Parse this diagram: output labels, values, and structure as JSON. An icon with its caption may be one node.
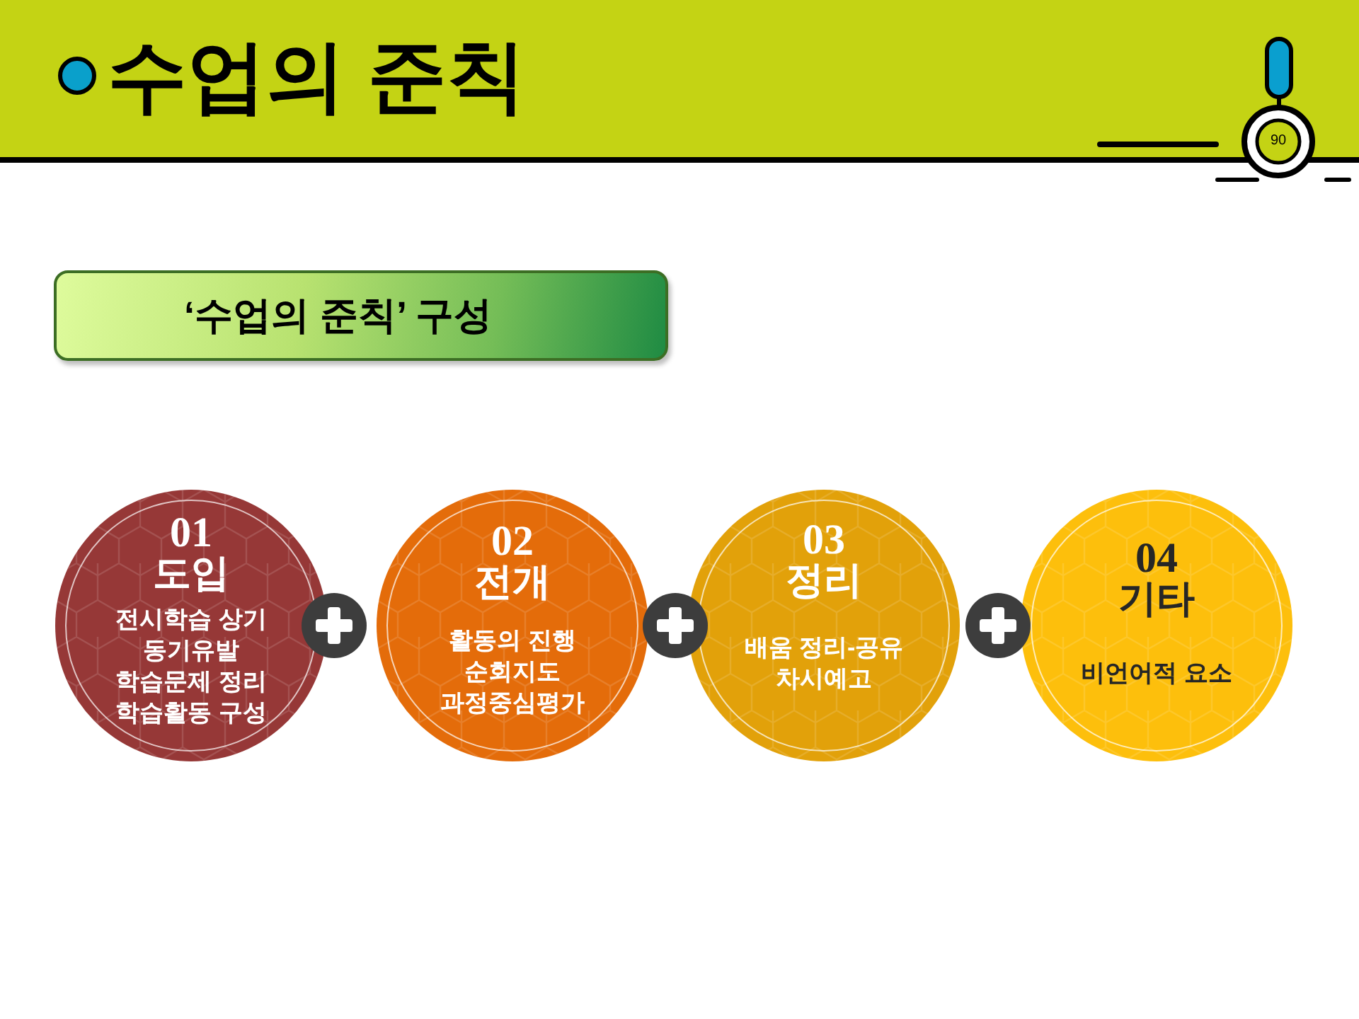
{
  "diagram": {
    "title": "수업의 준칙",
    "nodes": [
      {
        "text": [
          "‘수업의 준칙’ 구성"
        ]
      },
      {
        "text": [
          "01",
          "도입",
          "전시학습 상기",
          "동기유발",
          "학습문제 정리",
          "학습활동 구성"
        ]
      },
      {
        "text": [
          "02",
          "전개",
          "활동의 진행",
          "순회지도",
          "과정중심평가"
        ]
      },
      {
        "text": [
          "03",
          "정리",
          "배움 정리-공유",
          "차시예고"
        ]
      },
      {
        "text": [
          "04",
          "기타",
          "비언어적 요소"
        ]
      }
    ],
    "labels": [
      "90"
    ]
  }
}
